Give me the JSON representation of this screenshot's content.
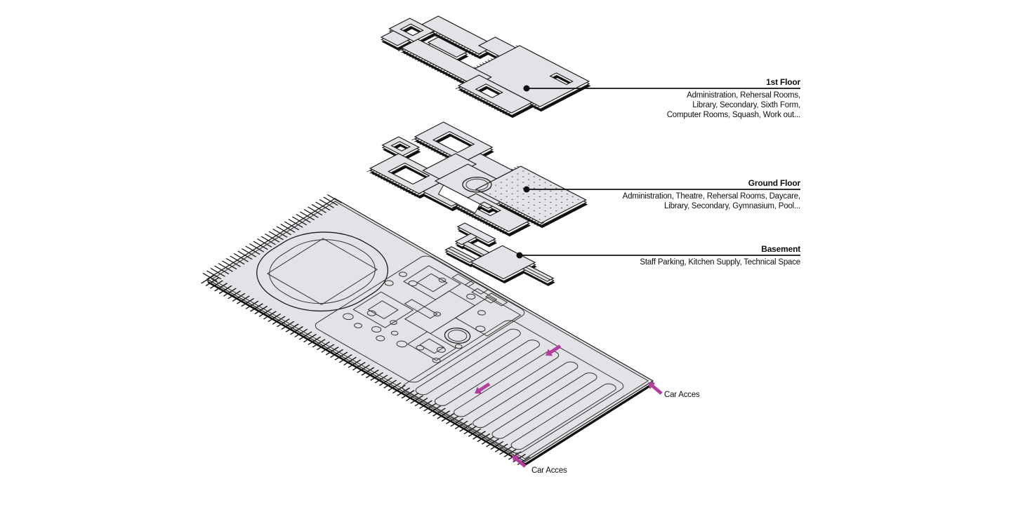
{
  "theme": {
    "background": "#ffffff",
    "plate_fill": "#e3e2e6",
    "line_color": "#1c1c1c",
    "accent_magenta": "#b23f9f",
    "text_color": "#0e0e0e"
  },
  "diagram": {
    "kind": "exploded-axonometric-floor-diagram"
  },
  "floors": [
    {
      "name": "1st Floor",
      "rooms": "Administration, Rehersal Rooms, Library, Secondary, Sixth Form, Computer Rooms, Squash, Work out..."
    },
    {
      "name": "Ground Floor",
      "rooms": "Administration, Theatre, Rehersal Rooms, Daycare, Library, Secondary, Gymnasium, Pool..."
    },
    {
      "name": "Basement",
      "rooms": "Staff Parking, Kitchen Supply, Technical Space"
    }
  ],
  "site": {
    "car_access_labels": [
      "Car Acces",
      "Car Acces"
    ]
  }
}
